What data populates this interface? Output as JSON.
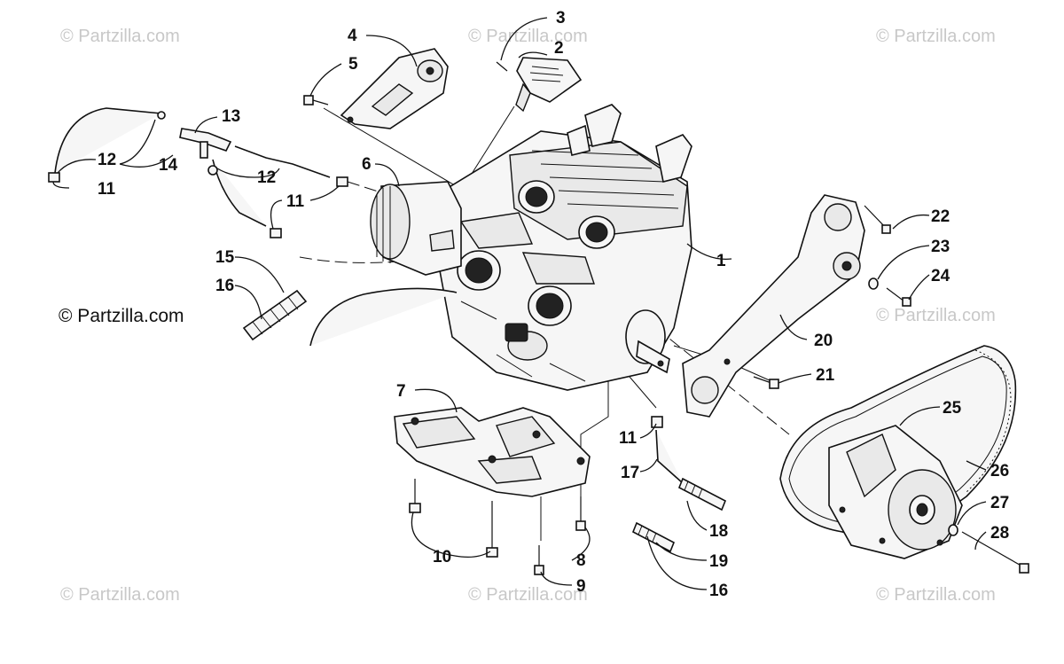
{
  "watermark": "© Partzilla.com",
  "callouts": [
    "1",
    "2",
    "3",
    "4",
    "5",
    "6",
    "7",
    "8",
    "9",
    "10",
    "11",
    "12",
    "13",
    "14",
    "15",
    "16",
    "17",
    "18",
    "19",
    "20",
    "21",
    "22",
    "23",
    "24",
    "25",
    "26",
    "27",
    "28"
  ]
}
